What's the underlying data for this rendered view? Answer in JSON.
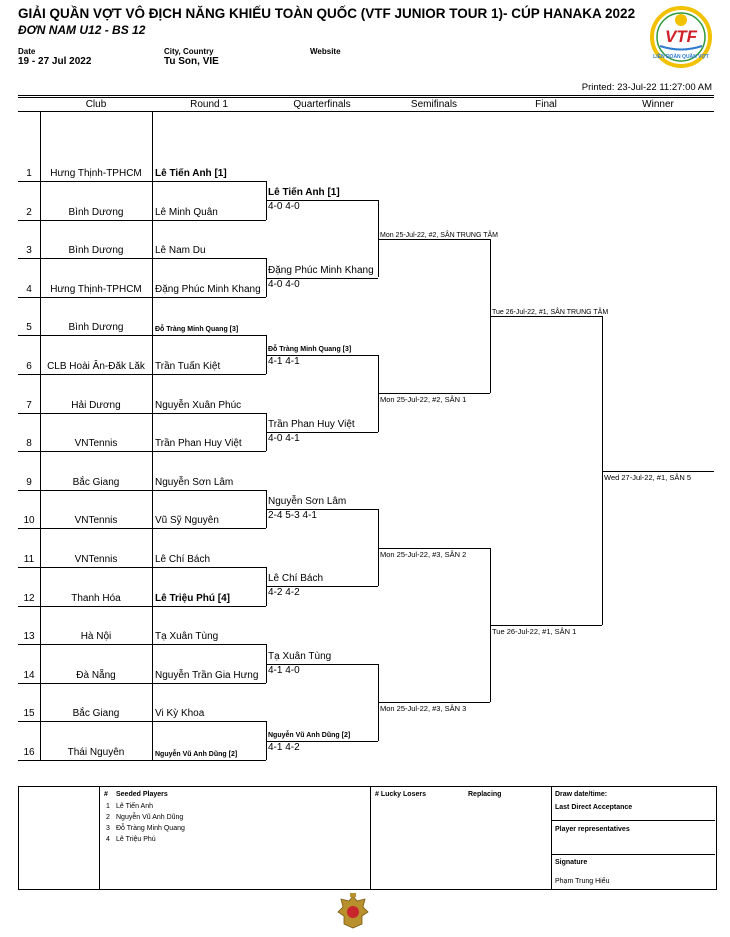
{
  "header": {
    "title": "GIẢI QUẦN VỢT VÔ ĐỊCH NĂNG KHIẾU TOÀN QUỐC (VTF JUNIOR TOUR 1)- CÚP HANAKA 2022",
    "subtitle": "ĐƠN NAM U12 - BS 12",
    "date_label": "Date",
    "date_value": "19 - 27 Jul 2022",
    "city_label": "City, Country",
    "city_value": "Tu Son, VIE",
    "website_label": "Website",
    "printed": "Printed: 23-Jul-22 11:27:00 AM"
  },
  "logo": {
    "text": "VTF",
    "caption": "LIÊN ĐOÀN QUẦN VỢT",
    "brand_color": "#d0202a",
    "accent_color": "#f2c200"
  },
  "columns": [
    "Club",
    "Round 1",
    "Quarterfinals",
    "Semifinals",
    "Final",
    "Winner"
  ],
  "entries": [
    {
      "num": "1",
      "club": "Hưng Thịnh-TPHCM",
      "name": "Lê Tiến Anh [1]"
    },
    {
      "num": "2",
      "club": "Bình Dương",
      "name": "Lê Minh Quân"
    },
    {
      "num": "3",
      "club": "Bình Dương",
      "name": "Lê Nam Du"
    },
    {
      "num": "4",
      "club": "Hưng Thịnh-TPHCM",
      "name": "Đặng Phúc Minh Khang"
    },
    {
      "num": "5",
      "club": "Bình Dương",
      "name": "Đỗ Tràng Minh Quang [3]"
    },
    {
      "num": "6",
      "club": "CLB Hoài Ân-Đăk Lăk",
      "name": "Trần Tuấn Kiệt"
    },
    {
      "num": "7",
      "club": "Hải Dương",
      "name": "Nguyễn Xuân Phúc"
    },
    {
      "num": "8",
      "club": "VNTennis",
      "name": "Trần Phan Huy Việt"
    },
    {
      "num": "9",
      "club": "Bắc Giang",
      "name": "Nguyễn Sơn Lâm"
    },
    {
      "num": "10",
      "club": "VNTennis",
      "name": "Vũ Sỹ Nguyên"
    },
    {
      "num": "11",
      "club": "VNTennis",
      "name": "Lê Chí Bách"
    },
    {
      "num": "12",
      "club": "Thanh Hóa",
      "name": "Lê Triệu Phú [4]"
    },
    {
      "num": "13",
      "club": "Hà Nội",
      "name": "Tạ Xuân Tùng"
    },
    {
      "num": "14",
      "club": "Đà Nẵng",
      "name": "Nguyễn Trần Gia Hưng"
    },
    {
      "num": "15",
      "club": "Bắc Giang",
      "name": "Vi Kỳ Khoa"
    },
    {
      "num": "16",
      "club": "Thái Nguyên",
      "name": "Nguyễn Vũ Anh Dũng [2]"
    }
  ],
  "round2": [
    {
      "name": "Lê Tiến Anh [1]",
      "score": "4-0 4-0"
    },
    {
      "name": "Đặng Phúc Minh Khang",
      "score": "4-0 4-0"
    },
    {
      "name": "Đỗ Tràng Minh Quang [3]",
      "score": "4-1 4-1"
    },
    {
      "name": "Trần Phan Huy Việt",
      "score": "4-0 4-1"
    },
    {
      "name": "Nguyễn Sơn Lâm",
      "score": "2-4 5-3 4-1"
    },
    {
      "name": "Lê Chí Bách",
      "score": "4-2 4-2"
    },
    {
      "name": "Tạ Xuân Tùng",
      "score": "4-1 4-0"
    },
    {
      "name": "Nguyễn Vũ Anh Dũng [2]",
      "score": "4-1 4-2"
    }
  ],
  "qf_sched": [
    "Mon 25-Jul-22, #2, SÂN TRUNG TÂM",
    "Mon 25-Jul-22, #2, SÂN 1",
    "Mon 25-Jul-22, #3, SÂN 2",
    "Mon 25-Jul-22, #3, SÂN 3"
  ],
  "sf_sched": [
    "Tue 26-Jul-22, #1, SÂN TRUNG TÂM",
    "Tue 26-Jul-22, #1, SÂN 1"
  ],
  "final_sched": "Wed 27-Jul-22, #1, SÂN 5",
  "footer": {
    "hash": "#",
    "seeded_title": "Seeded Players",
    "seeded": [
      {
        "n": "1",
        "name": "Lê Tiến Anh"
      },
      {
        "n": "2",
        "name": "Nguyễn Vũ Anh Dũng"
      },
      {
        "n": "3",
        "name": "Đỗ Tràng Minh Quang"
      },
      {
        "n": "4",
        "name": "Lê Triệu Phú"
      }
    ],
    "lucky_losers": "# Lucky Losers",
    "replacing": "Replacing",
    "draw_date": "Draw date/time:",
    "last_direct": "Last Direct Acceptance",
    "player_reps": "Player representatives",
    "signature": "Signature",
    "signer": "Phạm Trung Hiếu"
  }
}
